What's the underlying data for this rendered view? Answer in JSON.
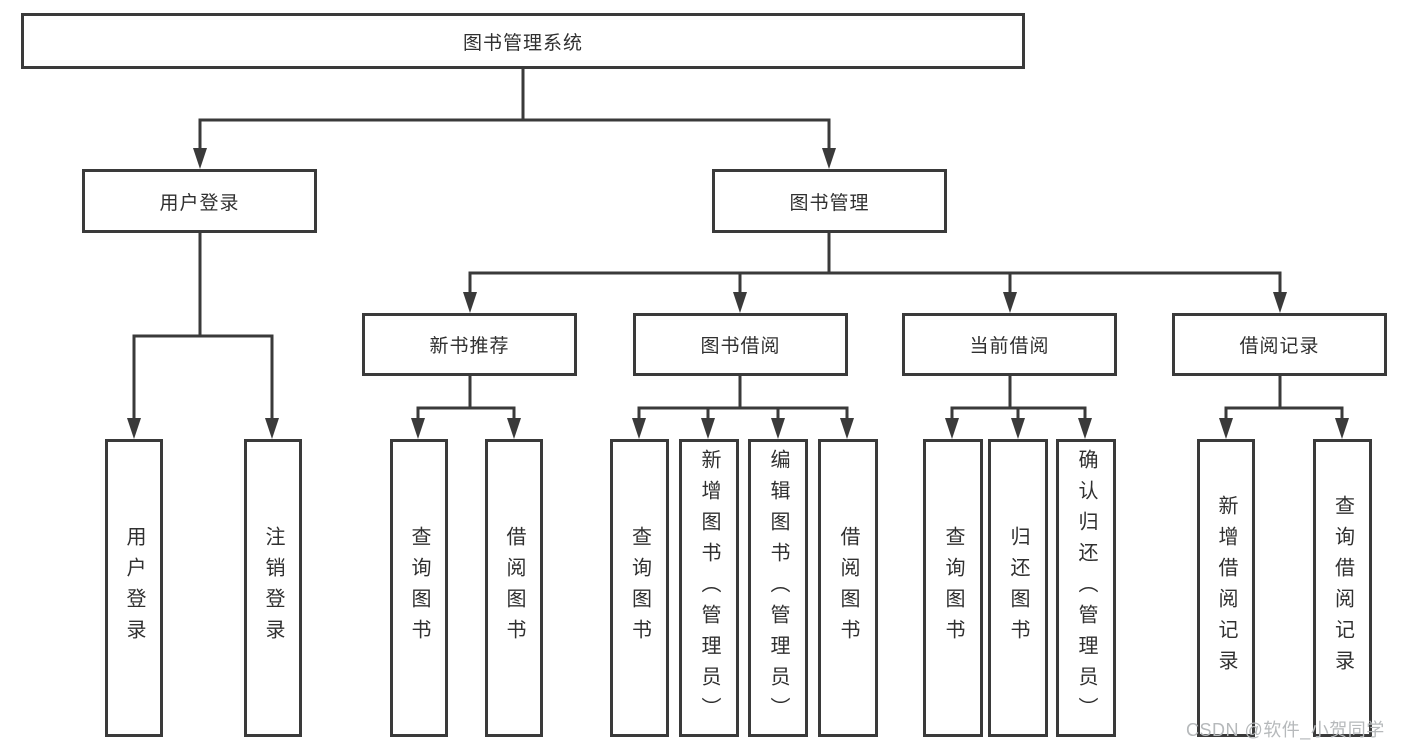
{
  "tree": {
    "root": {
      "label": "图书管理系统"
    },
    "branches": [
      {
        "label": "用户登录",
        "children": [
          {
            "label": "用户登录"
          },
          {
            "label": "注销登录"
          }
        ]
      },
      {
        "label": "图书管理",
        "children": [
          {
            "label": "新书推荐",
            "children": [
              {
                "label": "查询图书"
              },
              {
                "label": "借阅图书"
              }
            ]
          },
          {
            "label": "图书借阅",
            "children": [
              {
                "label": "查询图书"
              },
              {
                "label": "新增图书（管理员）"
              },
              {
                "label": "编辑图书（管理员）"
              },
              {
                "label": "借阅图书"
              }
            ]
          },
          {
            "label": "当前借阅",
            "children": [
              {
                "label": "查询图书"
              },
              {
                "label": "归还图书"
              },
              {
                "label": "确认归还（管理员）"
              }
            ]
          },
          {
            "label": "借阅记录",
            "children": [
              {
                "label": "新增借阅记录"
              },
              {
                "label": "查询借阅记录"
              }
            ]
          }
        ]
      }
    ]
  },
  "watermark": {
    "text": "CSDN @软件_小贺同学"
  },
  "colors": {
    "line": "#3a3a3a",
    "box_border": "#3a3a3a",
    "text": "#303030",
    "background": "#ffffff",
    "watermark": "#b6b9bb"
  }
}
